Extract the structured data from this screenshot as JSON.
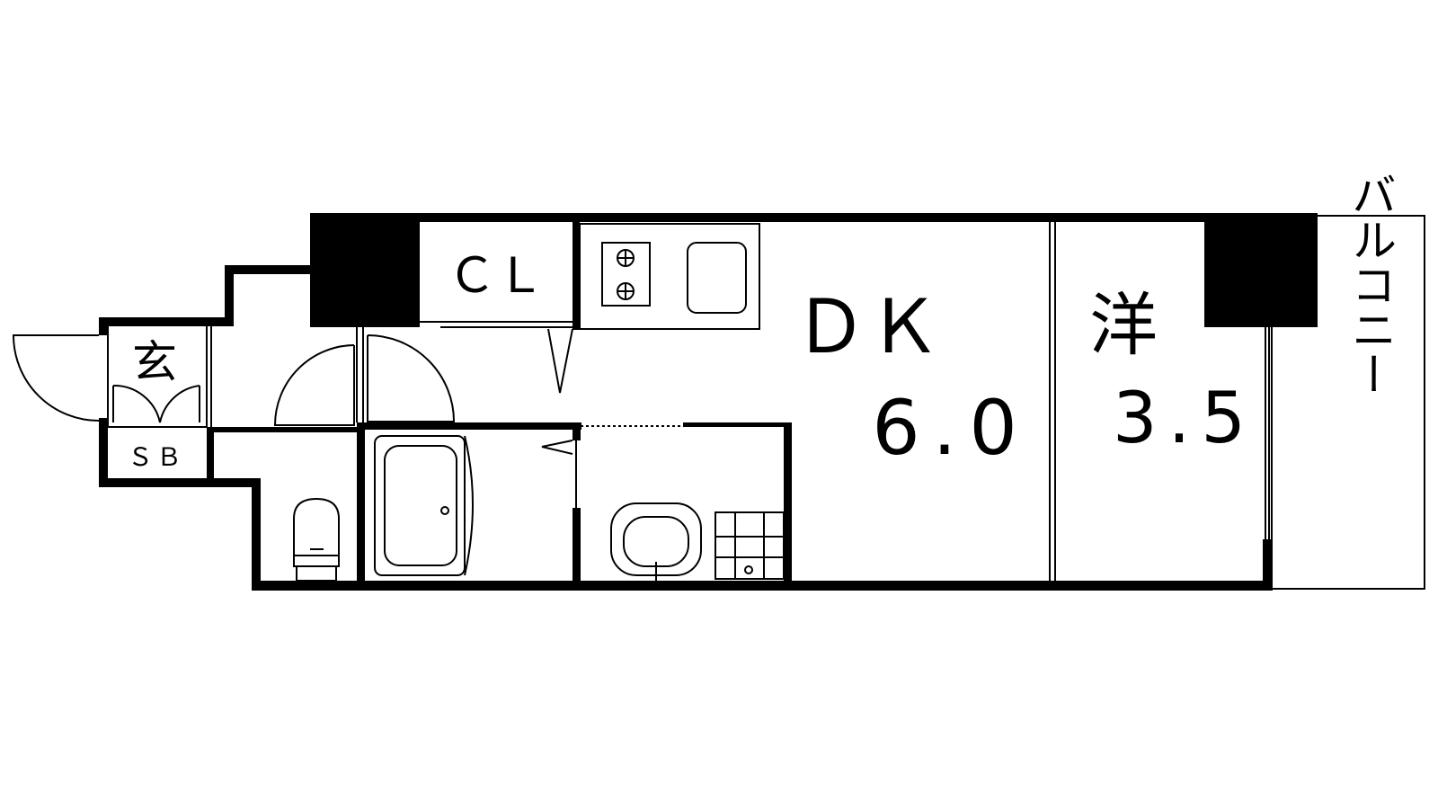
{
  "floor_plan": {
    "rooms": {
      "closet": {
        "label": "ＣＬ"
      },
      "dining_kitchen": {
        "label": "ＤＫ",
        "size": "6.0"
      },
      "western_room": {
        "label": "洋",
        "size": "3.5"
      },
      "entrance": {
        "label": "玄"
      },
      "shoe_box": {
        "label": "ＳＢ"
      },
      "balcony": {
        "label": "バルコニー"
      }
    },
    "colors": {
      "wall": "#000000",
      "background": "#ffffff",
      "fixture_line": "#000000"
    }
  }
}
